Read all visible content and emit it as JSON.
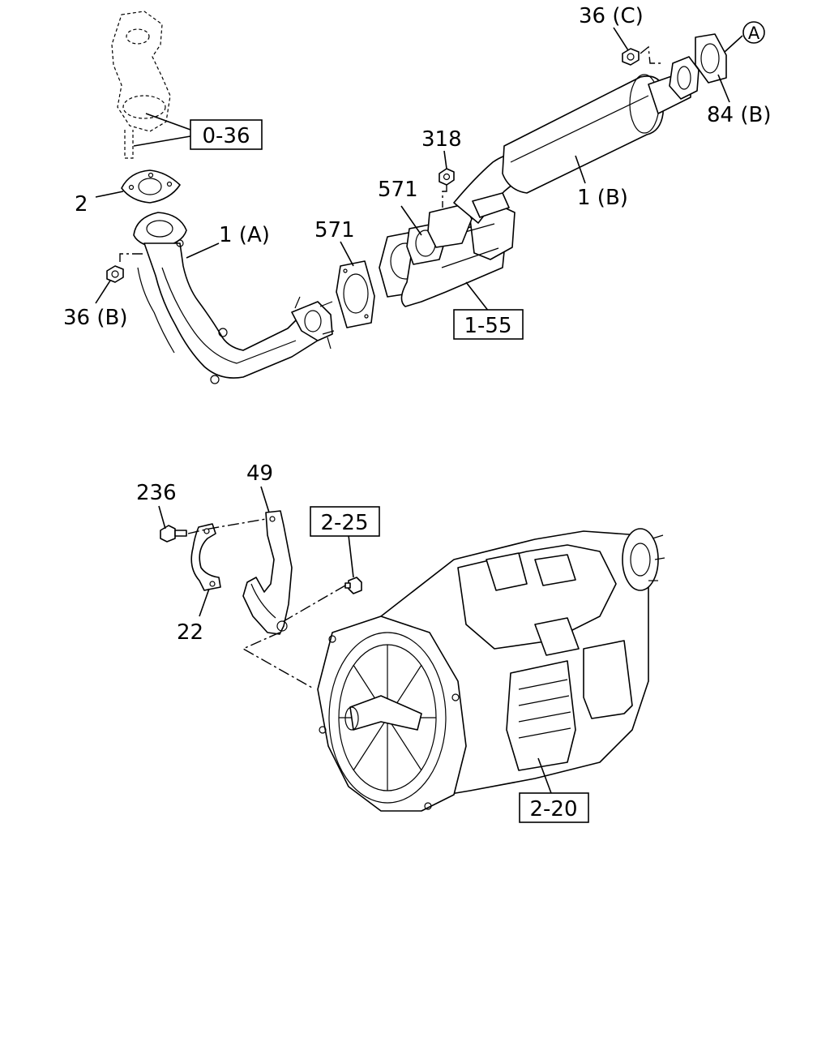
{
  "callouts": {
    "c36c": "36 (C)",
    "circle_a": "A",
    "c84b": "84 (B)",
    "c0_36": "0-36",
    "c318": "318",
    "c571_right": "571",
    "c1b": "1 (B)",
    "c2": "2",
    "c1a": "1 (A)",
    "c571_mid": "571",
    "c36b": "36 (B)",
    "c1_55": "1-55",
    "c49": "49",
    "c236": "236",
    "c2_25": "2-25",
    "c22": "22",
    "c2_20": "2-20"
  }
}
